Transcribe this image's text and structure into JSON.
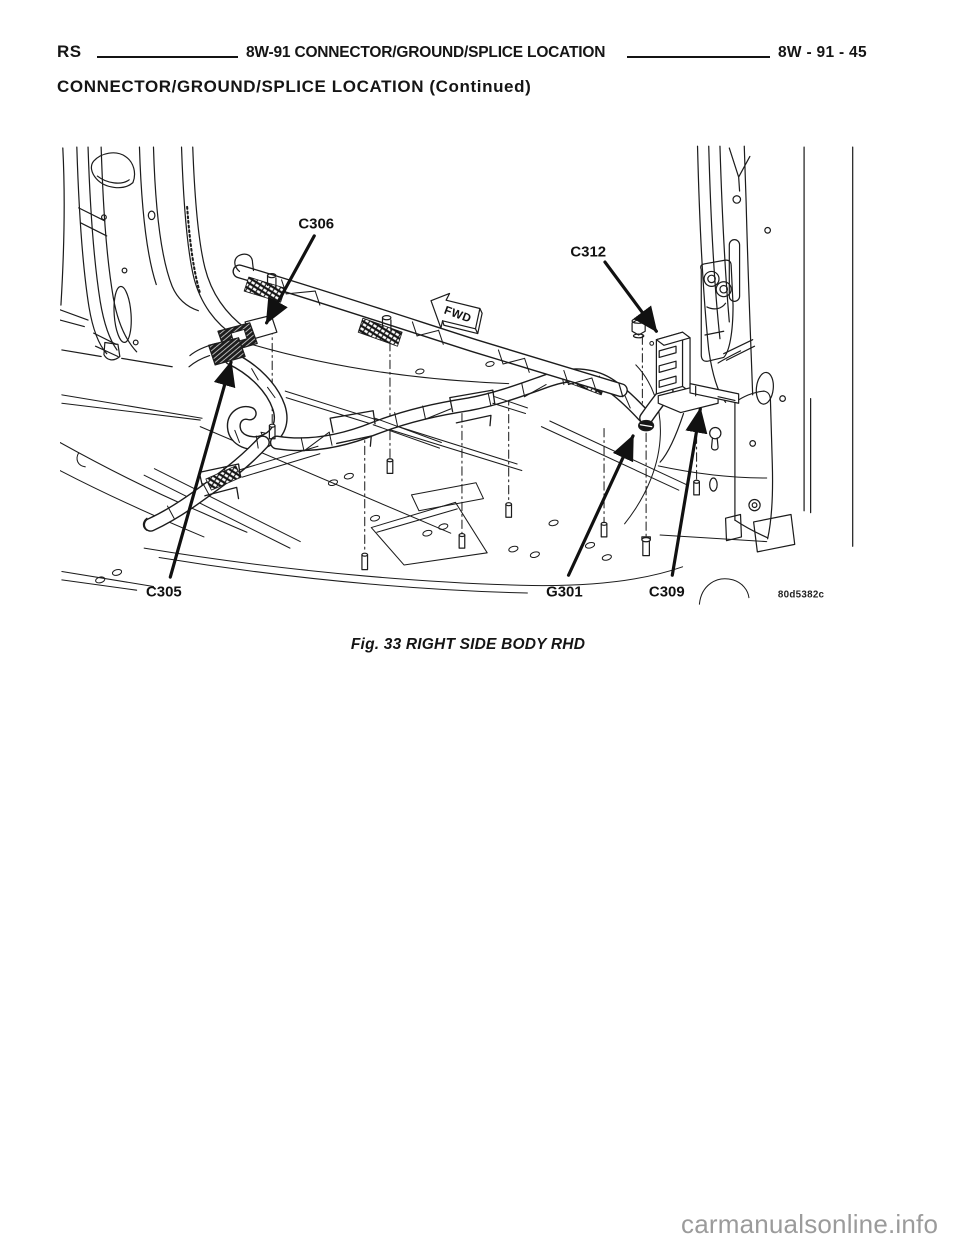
{
  "header": {
    "rs_label": "RS",
    "section_title": "8W-91 CONNECTOR/GROUND/SPLICE LOCATION",
    "page_ref": "8W - 91 - 45",
    "continued_line": "CONNECTOR/GROUND/SPLICE LOCATION (Continued)"
  },
  "figure": {
    "caption": "Fig. 33 RIGHT SIDE BODY RHD",
    "image_code": "80d5382c",
    "direction_label": "FWD",
    "callouts": [
      {
        "id": "C306"
      },
      {
        "id": "C312"
      },
      {
        "id": "C305"
      },
      {
        "id": "G301"
      },
      {
        "id": "C309"
      }
    ]
  },
  "watermark": {
    "text": "carmanualsonline.info"
  },
  "colors": {
    "ink": "#1c1c1c",
    "watermark_gray": "#9b9b9b"
  }
}
